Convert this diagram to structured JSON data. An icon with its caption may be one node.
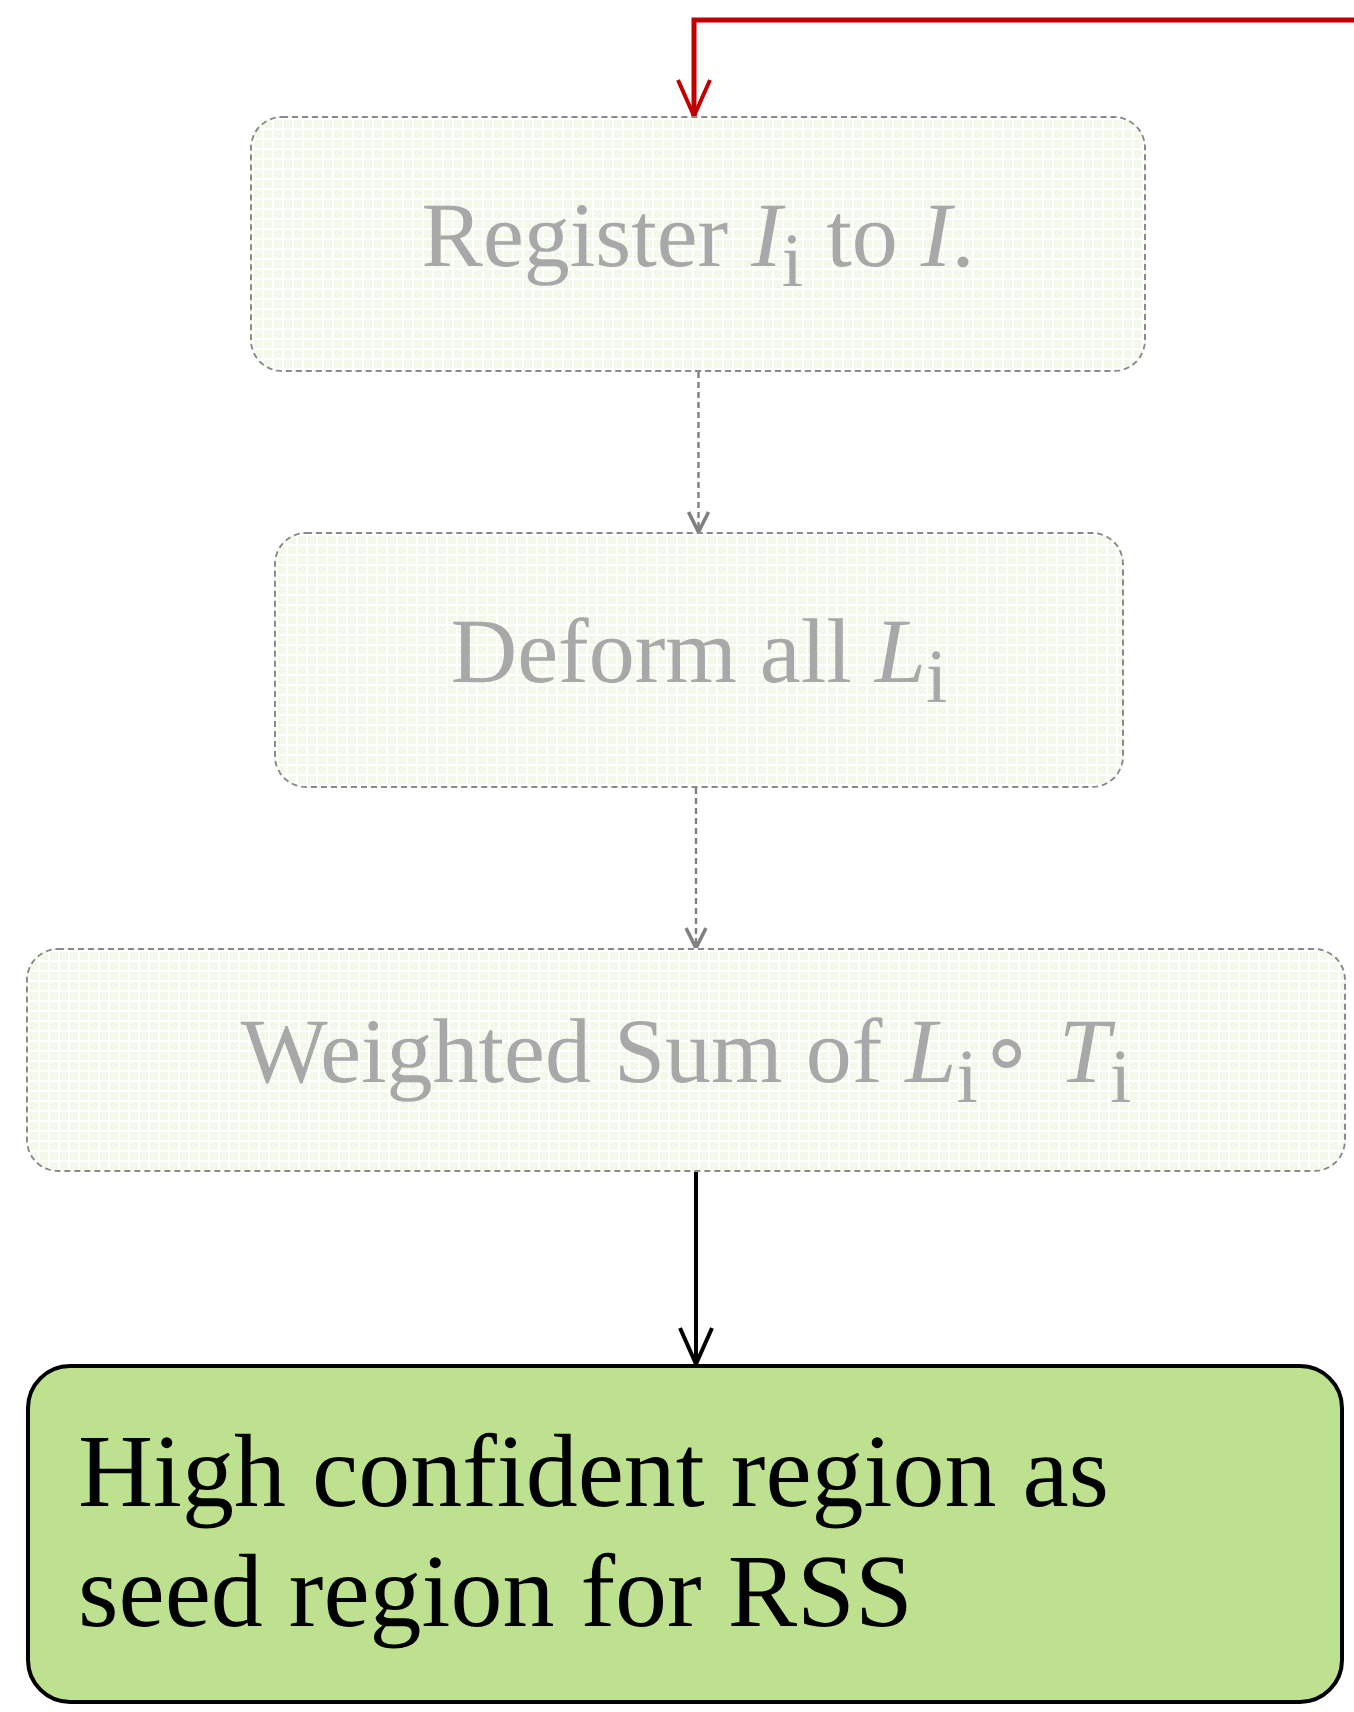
{
  "diagram": {
    "nodes": [
      {
        "text": [
          "Register *I*$_{i}$ to *I*."
        ]
      },
      {
        "text": [
          "Deform all *L*$_{i}$"
        ]
      },
      {
        "text": [
          "Weighted Sum of *L*$_{i}$∘ *T*$_{i}$"
        ]
      },
      {
        "text": [
          "High confident region as seed region for RSS"
        ]
      }
    ],
    "edges": [
      {
        "from": null,
        "to": 0,
        "arrow": "to",
        "color": "#c00000"
      },
      {
        "from": 0,
        "to": 1,
        "arrow": "to",
        "style": "dashed",
        "color": "#808080"
      },
      {
        "from": 1,
        "to": 2,
        "arrow": "to",
        "style": "dashed",
        "color": "#808080"
      },
      {
        "from": 2,
        "to": 3,
        "arrow": "to",
        "color": "#000000"
      }
    ]
  }
}
